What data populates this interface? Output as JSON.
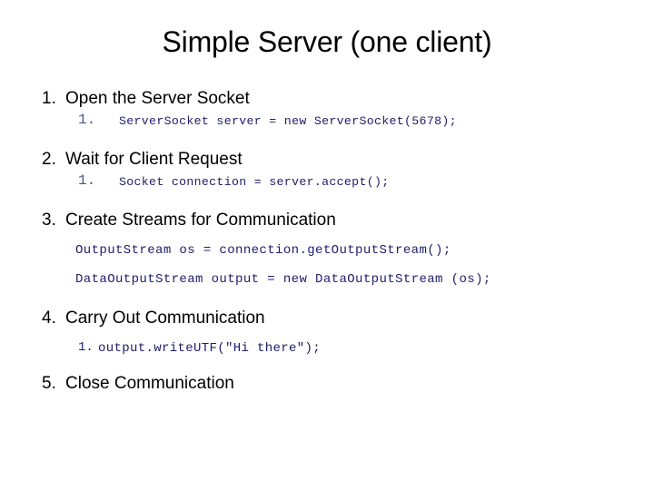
{
  "slide": {
    "title": "Simple Server (one client)",
    "background_color": "#ffffff",
    "heading_color": "#000000",
    "code_color": "#1d1d6b",
    "code_marker_color": "#4a5a8c"
  },
  "steps": [
    {
      "number": "1.",
      "text": "Open the Server Socket",
      "code": [
        {
          "marker": "1.",
          "text": "ServerSocket server = new ServerSocket(5678);"
        }
      ]
    },
    {
      "number": "2.",
      "text": "Wait for Client Request",
      "code": [
        {
          "marker": "1.",
          "text": "Socket connection = server.accept();"
        }
      ]
    },
    {
      "number": "3.",
      "text": "Create Streams for Communication",
      "code": [
        {
          "marker": "",
          "text": "OutputStream os = connection.getOutputStream();"
        },
        {
          "marker": "",
          "text": "DataOutputStream output = new DataOutputStream (os);"
        }
      ]
    },
    {
      "number": "4.",
      "text": "Carry Out Communication",
      "code": [
        {
          "marker": "1.",
          "text": "output.writeUTF(\"Hi there\");"
        }
      ]
    },
    {
      "number": "5.",
      "text": "Close Communication",
      "code": []
    }
  ]
}
